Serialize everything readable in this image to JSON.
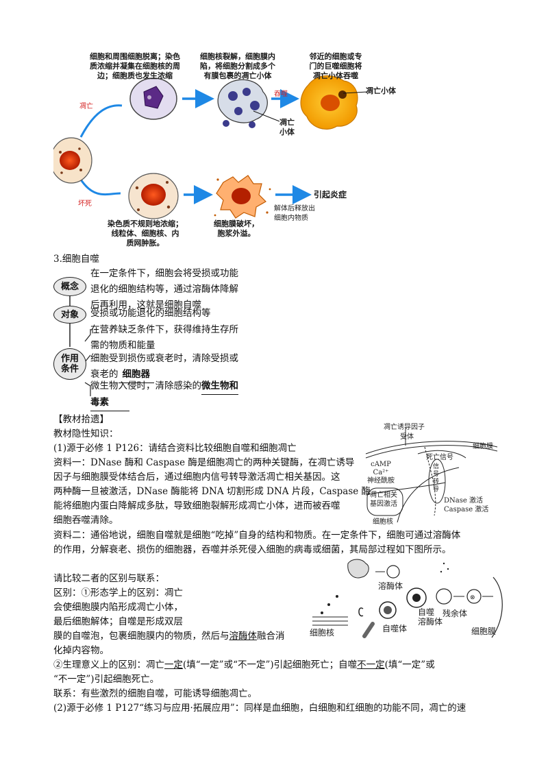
{
  "apoptosis_figure": {
    "caption_1": [
      "细胞和周围细胞脱离；染色",
      "质浓缩并凝集在细胞核的周",
      "边；细胞质也发生浓缩"
    ],
    "caption_2": [
      "细胞核裂解，细胞膜内",
      "陷，将细胞分割成多个",
      "有膜包裹的凋亡小体"
    ],
    "caption_3": [
      "邻近的细胞或专",
      "门的巨噬细胞将",
      "凋亡小体吞噬"
    ],
    "label_apoptosis": "凋亡",
    "label_engulf": "吞噬",
    "label_apoptotic_body_right": "凋亡小体",
    "label_apoptotic_body_mid": [
      "凋亡",
      "小体"
    ],
    "label_necrosis": "坏死",
    "label_inflammation": "引起炎症",
    "label_release": [
      "解体后释放出",
      "细胞内物质"
    ],
    "caption_4": [
      "染色质不规则地浓缩；",
      "线粒体、细胞核、内",
      "质网肿胀。"
    ],
    "caption_5": [
      "细胞膜破坏，",
      "胞浆外溢。"
    ]
  },
  "section_title": "3.细胞自噬",
  "concept_map": {
    "concept_label": "概念",
    "concept_text": [
      "在一定条件下，细胞会将受损或功能",
      "退化的细胞结构等，通过溶酶体降解",
      "后再利用，这就是细胞自噬"
    ],
    "object_label": "对象",
    "object_text": "受损或功能退化的细胞结构等",
    "condition_label": [
      "作用",
      "条件"
    ],
    "condition_1": [
      "在营养缺乏条件下，获得维持生存所",
      "需的物质和能量"
    ],
    "condition_2_a": "细胞受到损伤或衰老时，清除受损或",
    "condition_2_b": "衰老的",
    "condition_2_blank": "细胞器",
    "condition_3_a": "微生物入侵时，清除感染的",
    "condition_3_blank_a": "微生物和",
    "condition_3_blank_b": "毒素"
  },
  "textbook": {
    "header": "【教材拾遗】",
    "hidden_knowledge": "教材隐性知识：",
    "item1": "(1)源于必修 1 P126：请结合资料比较细胞自噬和细胞凋亡",
    "material1": [
      "资料一：DNase 酶和 Caspase 酶是细胞凋亡的两种关键酶，在凋亡诱导",
      "因子与细胞膜受体结合后，通过细胞内信号转导激活凋亡相关基因。这",
      "两种酶一旦被激活，DNase 酶能将 DNA 切割形成 DNA 片段，Caspase 酶",
      "能将细胞内蛋白降解成多肽，导致细胞裂解形成凋亡小体，进而被吞噬",
      "细胞吞噬清除。"
    ],
    "material2": [
      "资料二：通俗地说，细胞自噬就是细胞“吃掉”自身的结构和物质。在一定条件下，细胞可通过溶酶体",
      "的作用，分解衰老、损伤的细胞器，吞噬并杀死侵入细胞的病毒或细菌，其局部过程如下图所示。"
    ],
    "compare_q": "请比较二者的区别与联系：",
    "diff_1": [
      "区别：①形态学上的区别：凋亡",
      "会使细胞膜内陷形成凋亡小体，",
      "最后细胞解体；自噬是形成双层"
    ],
    "diff_1_last_a": "膜的自噬泡，包裹细胞膜内的物质，然后与",
    "diff_1_last_blank": "溶酶体",
    "diff_1_last_b": "融合消",
    "diff_1_end": "化掉内容物。",
    "diff_2_a": "②生理意义上的区别：凋亡",
    "diff_2_blank1": "一定",
    "diff_2_b": "(填“一定”或“不一定”)引起细胞死亡；自噬",
    "diff_2_blank2": "不一定",
    "diff_2_c": "(填“一定”或",
    "diff_2_end": "“不一定”)引起细胞死亡。",
    "relation": "联系：有些激烈的细胞自噬，可能诱导细胞凋亡。",
    "item2": "(2)源于必修 1 P127“练习与应用·拓展应用”：同样是血细胞，白细胞和红细胞的功能不同，凋亡的速"
  },
  "signal_figure": {
    "inducer": "凋亡诱导因子",
    "receptor": "受体",
    "membrane": "细胞膜",
    "death_signal": "死亡信号",
    "signal_transduction": [
      "信",
      "号",
      "转",
      "导"
    ],
    "messengers": [
      "cAMP",
      "Ca²⁺",
      "神经酰胺"
    ],
    "gene": [
      "凋亡相关",
      "基因激活"
    ],
    "nucleus": "细胞核",
    "enzymes": [
      "DNase 激活",
      "Caspase 激活"
    ]
  },
  "autophagy_figure": {
    "lysosome": "溶酶体",
    "nucleus": "细胞核",
    "autophagosome": "自噬体",
    "autolysosome": [
      "自噬",
      "溶酶体"
    ],
    "residual": "残余体",
    "membrane": "细胞膜"
  }
}
